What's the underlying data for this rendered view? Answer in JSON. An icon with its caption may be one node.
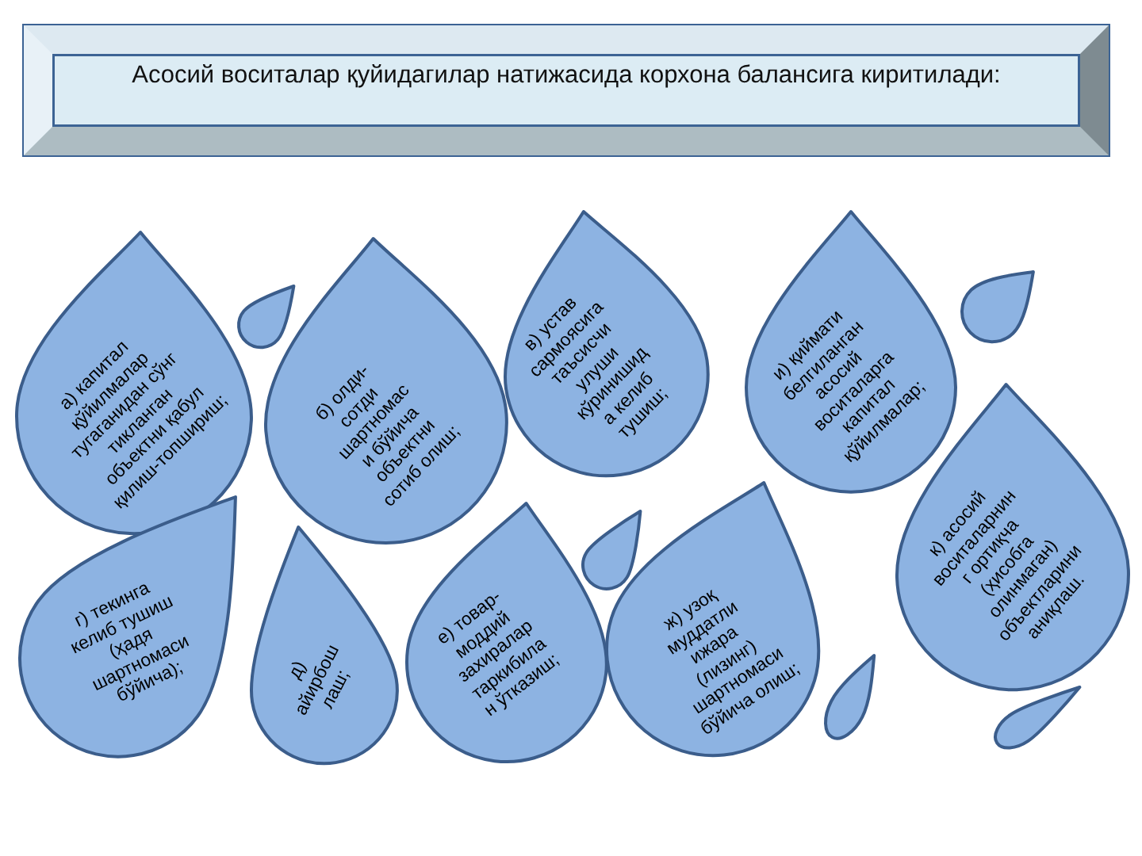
{
  "diagram": {
    "nodes": [
      {
        "text": [
          "Асосий воситалар қуйидагилар натижасида корхона балансига киритилади:"
        ]
      },
      {
        "text": [
          "а) капитал қўйилмалар тугаганидан сўнг тикланган объектни қабул қилиш-топшириш;"
        ]
      },
      {
        "text": [
          "б) олди-сотди шартномас и бўйича объектни сотиб олиш;"
        ]
      },
      {
        "text": [
          "в) устав сармоясига таъсисчи улуши кўринишид а келиб тушиш;"
        ]
      },
      {
        "text": [
          "г) текинга келиб тушиш (ҳадя шартномаси бўйича);"
        ]
      },
      {
        "text": [
          "д) айирбош лаш;"
        ]
      },
      {
        "text": [
          "е) товар-моддий захиралар таркибила н ўтказиш;"
        ]
      },
      {
        "text": [
          "ж) узоқ муддатли ижара (лизинг) шартномаси бўйича олиш;"
        ]
      },
      {
        "text": [
          "и) қиймати белгиланган асосий воситаларга капитал қўйилмалар;"
        ]
      },
      {
        "text": [
          "к) асосий воситаларнин г ортиқча (ҳисобга олинмаган) объектларини аниқлаш."
        ]
      },
      {
        "text": [],
        "shape": "drop"
      },
      {
        "text": [],
        "shape": "drop"
      },
      {
        "text": [],
        "shape": "drop"
      },
      {
        "text": [],
        "shape": "drop"
      },
      {
        "text": [],
        "shape": "drop"
      }
    ]
  }
}
